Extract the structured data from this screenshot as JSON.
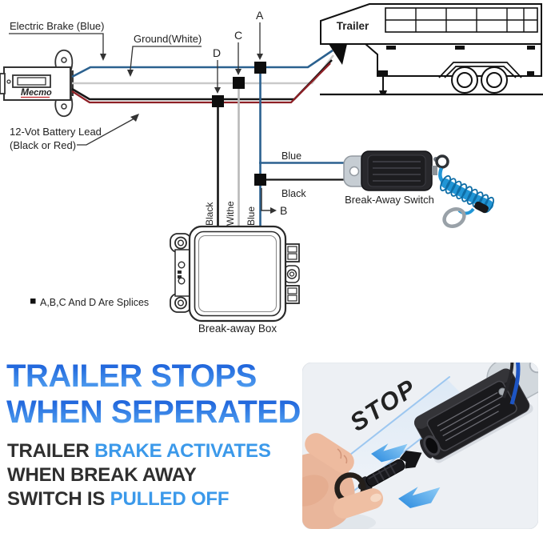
{
  "wire_colors": {
    "blue": "#2b618f",
    "white": "#c9c9c9",
    "black": "#161616",
    "red": "#8e2026",
    "coil": "#2196d6"
  },
  "diagram": {
    "plug": {
      "brand_m": "M",
      "brand_rest": "ecmo"
    },
    "labels": {
      "electric_brake": "Electric Brake (Blue)",
      "ground": "Ground(White)",
      "battery_line1": "12-Vot Battery Lead",
      "battery_line2": "(Black or Red)"
    },
    "trailer": {
      "label": "Trailer"
    },
    "splices": {
      "a": "A",
      "b": "B",
      "c": "C",
      "d": "D",
      "note": "A,B,C And D Are Splices"
    },
    "switch": {
      "blue": "Blue",
      "black": "Black",
      "label": "Break-Away Switch"
    },
    "box": {
      "wire_black": "Black",
      "wire_white": "Withe",
      "wire_blue": "Blue",
      "label": "Break-away Box"
    }
  },
  "promo": {
    "headline_line1": "TRAILER STOPS",
    "headline_line2": "WHEN SEPERATED",
    "sub_line1_plain": "TRAILER",
    "sub_line1_accent": "BRAKE ACTIVATES",
    "sub_line2": "WHEN BREAK AWAY",
    "sub_line3_plain": "SWITCH IS",
    "sub_line3_accent": "PULLED OFF",
    "photo_stop": "STOP",
    "colors": {
      "accent": "#3b99ea",
      "headline_top": "#1356d6",
      "headline_bottom": "#5cadf5",
      "text_dark": "#2f2f2f"
    }
  }
}
